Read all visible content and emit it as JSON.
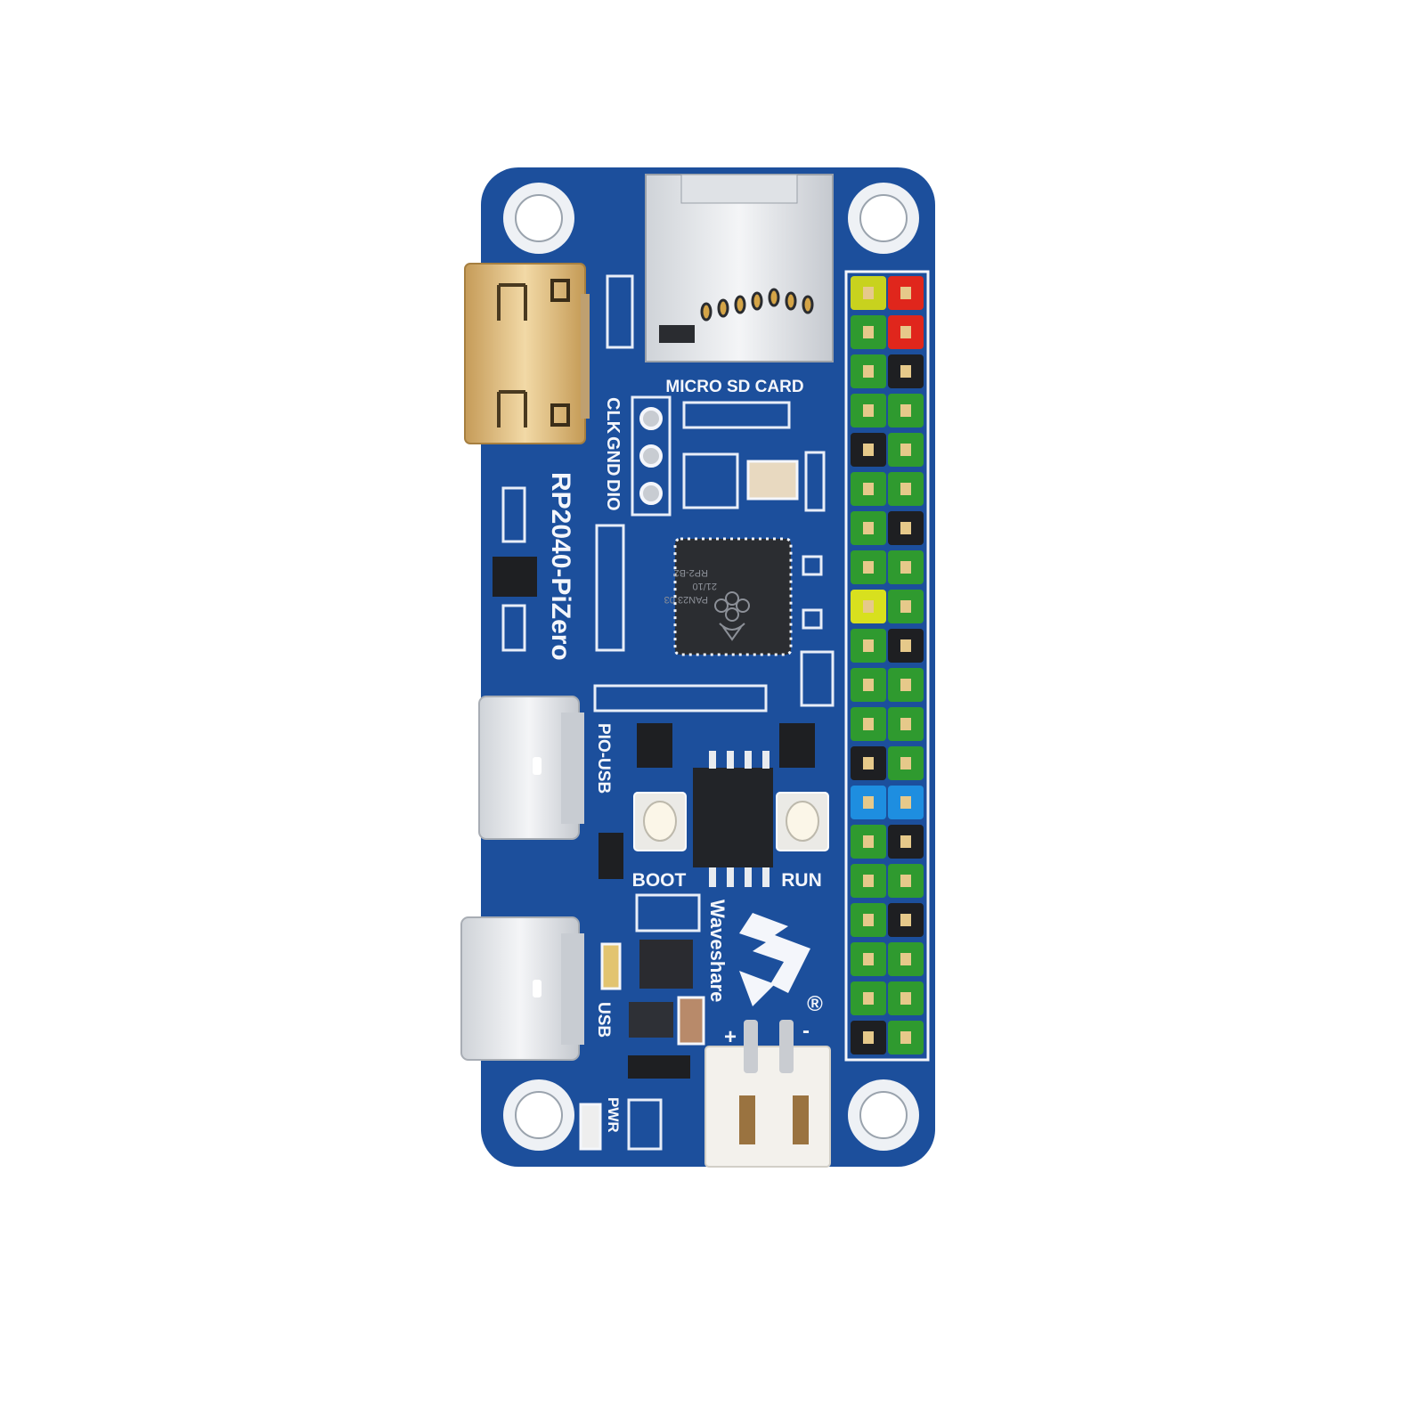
{
  "board": {
    "name": "RP2040-PiZero",
    "brand": "Waveshare",
    "registered_mark": "®",
    "colors": {
      "pcb": "#1c4f9c",
      "pcb_dark": "#163f82",
      "silkscreen": "#f4f6fb",
      "gold": "#d9b77a"
    }
  },
  "labels": {
    "sd_card": "MICRO SD CARD",
    "clk": "CLK",
    "gnd": "GND",
    "dio": "DIO",
    "pio_usb": "PIO-USB",
    "usb": "USB",
    "boot": "BOOT",
    "run": "RUN",
    "pwr": "PWR",
    "plus": "+",
    "minus": "-"
  },
  "chip": {
    "line1": "RP2-B2",
    "line2": "21/10",
    "line3": "PAN23.03"
  },
  "gpio_header": {
    "pin_colors": {
      "yg": "#c8d21e",
      "red": "#e0261c",
      "green": "#2f9a2f",
      "black": "#1e1f22",
      "yellow": "#d8e01e",
      "blue": "#1e8ee0"
    },
    "rows": [
      [
        "yg",
        "red"
      ],
      [
        "green",
        "red"
      ],
      [
        "green",
        "black"
      ],
      [
        "green",
        "green"
      ],
      [
        "black",
        "green"
      ],
      [
        "green",
        "green"
      ],
      [
        "green",
        "black"
      ],
      [
        "green",
        "green"
      ],
      [
        "yellow",
        "green"
      ],
      [
        "green",
        "black"
      ],
      [
        "green",
        "green"
      ],
      [
        "green",
        "green"
      ],
      [
        "black",
        "green"
      ],
      [
        "blue",
        "blue"
      ],
      [
        "green",
        "black"
      ],
      [
        "green",
        "green"
      ],
      [
        "green",
        "black"
      ],
      [
        "green",
        "green"
      ],
      [
        "green",
        "green"
      ],
      [
        "black",
        "green"
      ]
    ]
  }
}
